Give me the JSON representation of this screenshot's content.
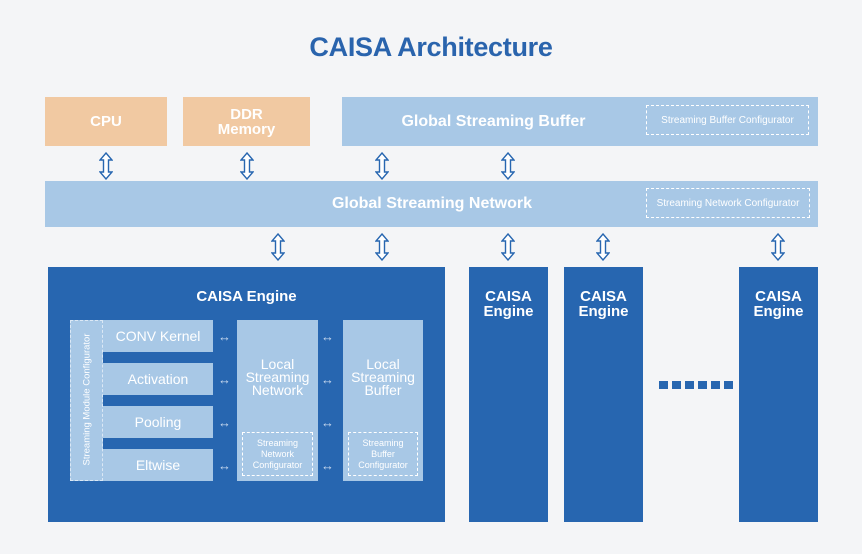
{
  "title": "CAISA Architecture",
  "top_row": {
    "cpu": "CPU",
    "ddr_line1": "DDR",
    "ddr_line2": "Memory",
    "global_buffer": "Global Streaming Buffer",
    "buffer_configurator": "Streaming Buffer Configurator"
  },
  "network": {
    "label": "Global Streaming Network",
    "configurator": "Streaming Network Configurator"
  },
  "engine_main": {
    "title": "CAISA Engine",
    "side_configurator": "Streaming Module Configurator",
    "ops": [
      "CONV Kernel",
      "Activation",
      "Pooling",
      "Eltwise"
    ],
    "local_network_line1": "Local",
    "local_network_line2": "Streaming",
    "local_network_line3": "Network",
    "local_network_cfg_line1": "Streaming",
    "local_network_cfg_line2": "Network",
    "local_network_cfg_line3": "Configurator",
    "local_buffer_line1": "Local",
    "local_buffer_line2": "Streaming",
    "local_buffer_line3": "Buffer",
    "local_buffer_cfg_line1": "Streaming",
    "local_buffer_cfg_line2": "Buffer",
    "local_buffer_cfg_line3": "Configurator"
  },
  "engines": [
    {
      "line1": "CAISA",
      "line2": "Engine"
    },
    {
      "line1": "CAISA",
      "line2": "Engine"
    },
    {
      "line1": "CAISA",
      "line2": "Engine"
    }
  ],
  "arrow_glyph": "↔",
  "colors": {
    "title": "#2a64ad",
    "tan": "#f1c9a2",
    "light_blue": "#a8c8e6",
    "dark_blue": "#2766b0",
    "arrow": "#2766b0"
  },
  "icons": {
    "vertical_double_arrow": "up-down-arrow-icon",
    "horizontal_double_arrow": "left-right-arrow-icon",
    "ellipsis": "dots-icon"
  }
}
